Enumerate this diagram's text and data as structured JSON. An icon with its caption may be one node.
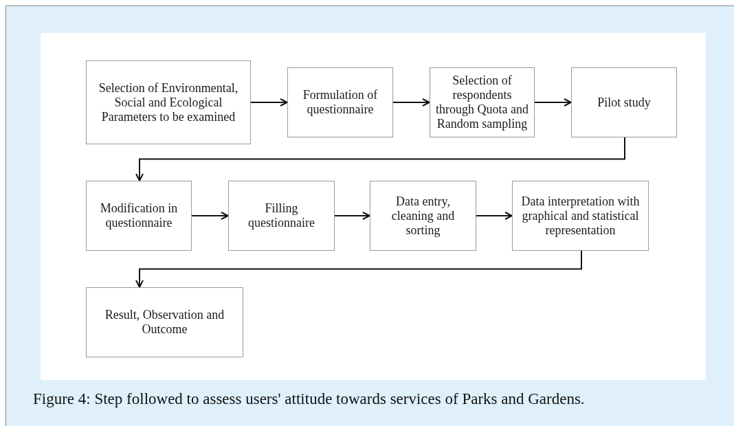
{
  "diagram": {
    "caption": "Figure 4: Step followed to assess users' attitude towards services of Parks and Gardens.",
    "nodes": [
      {
        "text": [
          "Selection of Environmental, Social and Ecological Parameters to be examined"
        ]
      },
      {
        "text": [
          "Formulation of questionnaire"
        ]
      },
      {
        "text": [
          "Selection of respondents through Quota and Random sampling"
        ]
      },
      {
        "text": [
          "Pilot study"
        ]
      },
      {
        "text": [
          "Modification in questionnaire"
        ]
      },
      {
        "text": [
          "Filling questionnaire"
        ]
      },
      {
        "text": [
          "Data entry, cleaning and sorting"
        ]
      },
      {
        "text": [
          "Data interpretation with graphical and statistical representation"
        ]
      },
      {
        "text": [
          "Result, Observation and Outcome"
        ]
      }
    ],
    "edges": [
      {
        "from": 0,
        "to": 1,
        "arrow": "to"
      },
      {
        "from": 1,
        "to": 2,
        "arrow": "to"
      },
      {
        "from": 2,
        "to": 3,
        "arrow": "to"
      },
      {
        "from": 3,
        "to": 4,
        "arrow": "to"
      },
      {
        "from": 4,
        "to": 5,
        "arrow": "to"
      },
      {
        "from": 5,
        "to": 6,
        "arrow": "to"
      },
      {
        "from": 6,
        "to": 7,
        "arrow": "to"
      },
      {
        "from": 7,
        "to": 8,
        "arrow": "to"
      }
    ]
  }
}
